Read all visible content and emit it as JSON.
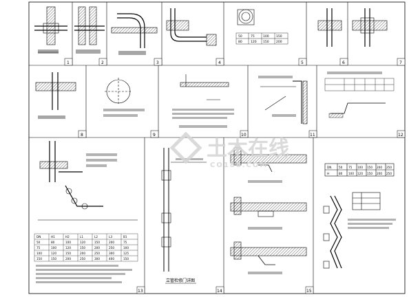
{
  "sheet": {
    "panel_numbers": [
      "1",
      "2",
      "3",
      "4",
      "5",
      "6",
      "7",
      "8",
      "9",
      "10",
      "11",
      "12",
      "13",
      "14",
      "15"
    ],
    "titles": {
      "p14_title": "立管检修门详图"
    },
    "tables": {
      "p4_small_table": [
        [
          "50",
          "75",
          "100",
          "150"
        ],
        [
          "80",
          "120",
          "150",
          "200"
        ]
      ],
      "p13_table": [
        [
          "DN",
          "H1",
          "H2",
          "L1",
          "L2",
          "L3",
          "B1"
        ],
        [
          "50",
          "80",
          "100",
          "120",
          "150",
          "200",
          "75"
        ],
        [
          "75",
          "100",
          "120",
          "150",
          "200",
          "250",
          "100"
        ],
        [
          "100",
          "120",
          "150",
          "200",
          "250",
          "300",
          "125"
        ],
        [
          "150",
          "150",
          "200",
          "250",
          "300",
          "400",
          "150"
        ]
      ],
      "p15_table": [
        [
          "DN",
          "50",
          "75",
          "100",
          "150",
          "200",
          "250"
        ],
        [
          "H",
          "80",
          "100",
          "120",
          "150",
          "200",
          "250"
        ]
      ]
    }
  },
  "watermark": {
    "main": "土木在线",
    "sub": "CO188.COM"
  },
  "colors": {
    "line": "#000000",
    "background": "#ffffff",
    "watermark": "#d6d6d6"
  }
}
